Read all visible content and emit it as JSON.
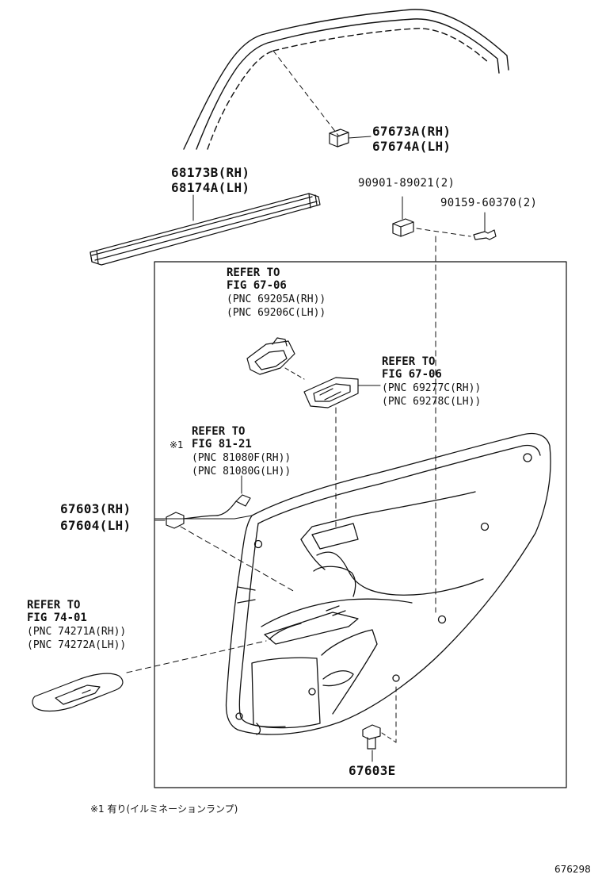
{
  "callouts": {
    "retainer_rh": "67673A(RH)",
    "retainer_lh": "67674A(LH)",
    "weatherstrip_rh": "68173B(RH)",
    "weatherstrip_lh": "68174A(LH)",
    "clip_90901": "90901-89021(2)",
    "screw_90159": "90159-60370(2)",
    "trim_rh": "67603(RH)",
    "trim_lh": "67604(LH)",
    "clip_67603e": "67603E"
  },
  "refs": {
    "handle": {
      "refer": "REFER TO",
      "fig": "FIG 67-06",
      "pnc_rh": "(PNC 69205A(RH))",
      "pnc_lh": "(PNC 69206C(LH))"
    },
    "bezel": {
      "refer": "REFER TO",
      "fig": "FIG 67-06",
      "pnc_rh": "(PNC 69277C(RH))",
      "pnc_lh": "(PNC 69278C(LH))"
    },
    "lamp": {
      "refer": "REFER TO",
      "marker": "※1",
      "fig": "FIG 81-21",
      "pnc_rh": "(PNC 81080F(RH))",
      "pnc_lh": "(PNC 81080G(LH))"
    },
    "switch": {
      "refer": "REFER TO",
      "fig": "FIG 74-01",
      "pnc_rh": "(PNC 74271A(RH))",
      "pnc_lh": "(PNC 74272A(LH))"
    }
  },
  "footnote": "※1 有り(イルミネーションランプ)",
  "figure_id": "676298"
}
